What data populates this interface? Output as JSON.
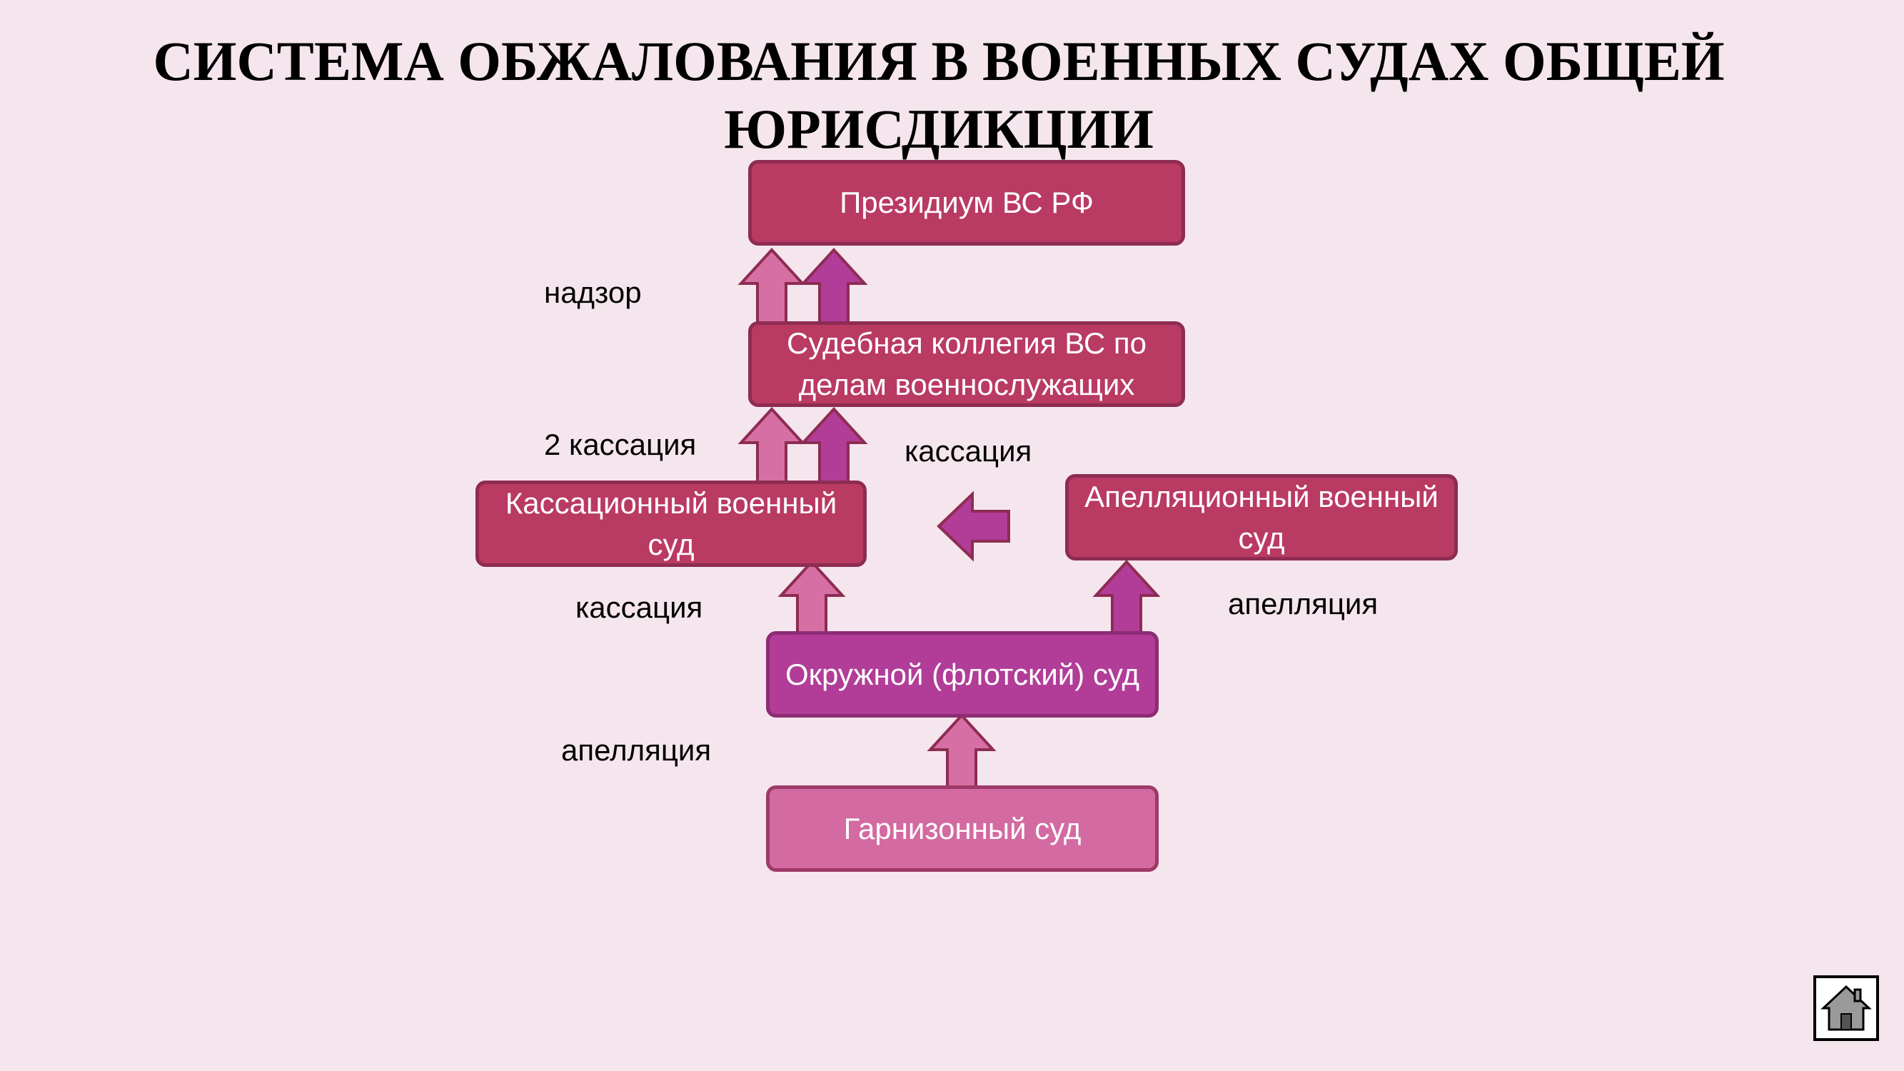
{
  "title": "СИСТЕМА ОБЖАЛОВАНИЯ В ВОЕННЫХ СУДАХ ОБЩЕЙ ЮРИСДИКЦИИ",
  "nodes": {
    "presidium": "Президиум ВС РФ",
    "collegium": "Судебная коллегия ВС по делам военнослужащих",
    "cassation_court": "Кассационный военный суд",
    "appeal_court": "Апелляционный военный суд",
    "district_court": "Окружной (флотский) суд",
    "garrison_court": "Гарнизонный суд"
  },
  "labels": {
    "supervision": "надзор",
    "second_cassation": "2 кассация",
    "cassation_to_collegium": "кассация",
    "cassation_to_cassation_court": "кассация",
    "appeal_to_appeal_court": "апелляция",
    "appeal_from_garrison": "апелляция"
  },
  "colors": {
    "background": "#f5e6ee",
    "box_crimson": "#b93a62",
    "box_magenta": "#b13d98",
    "box_pink": "#d36aa1",
    "arrow_pink": "#d670a4",
    "arrow_magenta": "#b13d98",
    "arrow_outline": "#8e2c52"
  },
  "icons": {
    "home": "home-icon",
    "arrow": "up-arrow-icon",
    "left_arrow": "left-arrow-icon"
  }
}
